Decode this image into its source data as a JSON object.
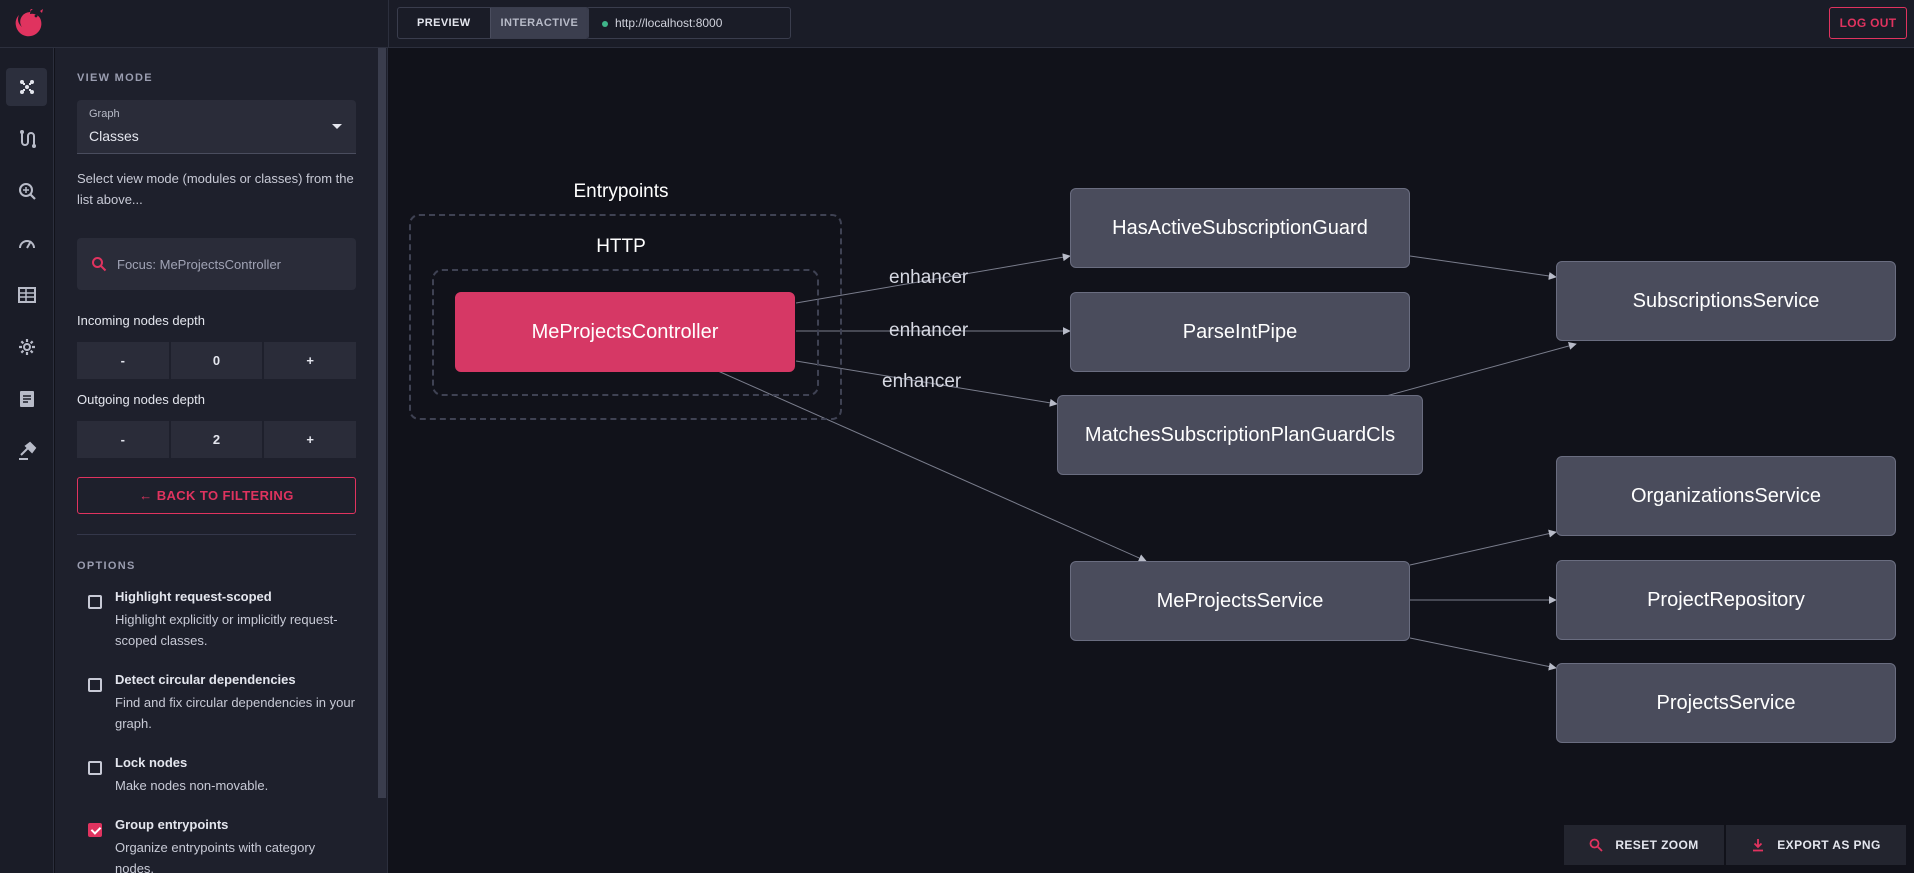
{
  "topbar": {
    "preview_label": "PREVIEW",
    "interactive_label": "INTERACTIVE",
    "url": "http://localhost:8000",
    "logout_label": "LOG OUT"
  },
  "rail": {
    "items": [
      "graph-icon",
      "routes-icon",
      "inspect-icon",
      "performance-icon",
      "modules-icon",
      "settings-icon",
      "logs-icon",
      "build-icon"
    ]
  },
  "panel": {
    "view_mode_title": "VIEW MODE",
    "select_label": "Graph",
    "select_value": "Classes",
    "help_text": "Select view mode (modules or classes) from the list above...",
    "search_placeholder": "Focus: MeProjectsController",
    "incoming_label": "Incoming nodes depth",
    "incoming": {
      "minus": "-",
      "value": "0",
      "plus": "+"
    },
    "outgoing_label": "Outgoing nodes depth",
    "outgoing": {
      "minus": "-",
      "value": "2",
      "plus": "+"
    },
    "back_label": "BACK TO FILTERING",
    "options_title": "OPTIONS",
    "options": [
      {
        "title": "Highlight request-scoped",
        "desc": "Highlight explicitly or implicitly request-scoped classes.",
        "checked": false
      },
      {
        "title": "Detect circular dependencies",
        "desc": "Find and fix circular dependencies in your graph.",
        "checked": false
      },
      {
        "title": "Lock nodes",
        "desc": "Make nodes non-movable.",
        "checked": false
      },
      {
        "title": "Group entrypoints",
        "desc": "Organize entrypoints with category nodes.",
        "checked": true
      }
    ]
  },
  "graph": {
    "group_title": "Entrypoints",
    "subgroup_title": "HTTP",
    "controller": "MeProjectsController",
    "nodes": {
      "has_active": "HasActiveSubscriptionGuard",
      "parse_int": "ParseIntPipe",
      "matches": "MatchesSubscriptionPlanGuardCls",
      "me_service": "MeProjectsService",
      "subscriptions": "SubscriptionsService",
      "organizations": "OrganizationsService",
      "project_repo": "ProjectRepository",
      "projects": "ProjectsService"
    },
    "edge_labels": [
      "enhancer",
      "enhancer",
      "enhancer"
    ],
    "colors": {
      "accent": "#e0335f",
      "node": "#4a4c5c",
      "edge": "#8a8d9c"
    }
  },
  "canvas_buttons": {
    "reset_zoom": "RESET ZOOM",
    "export_png": "EXPORT AS PNG"
  }
}
